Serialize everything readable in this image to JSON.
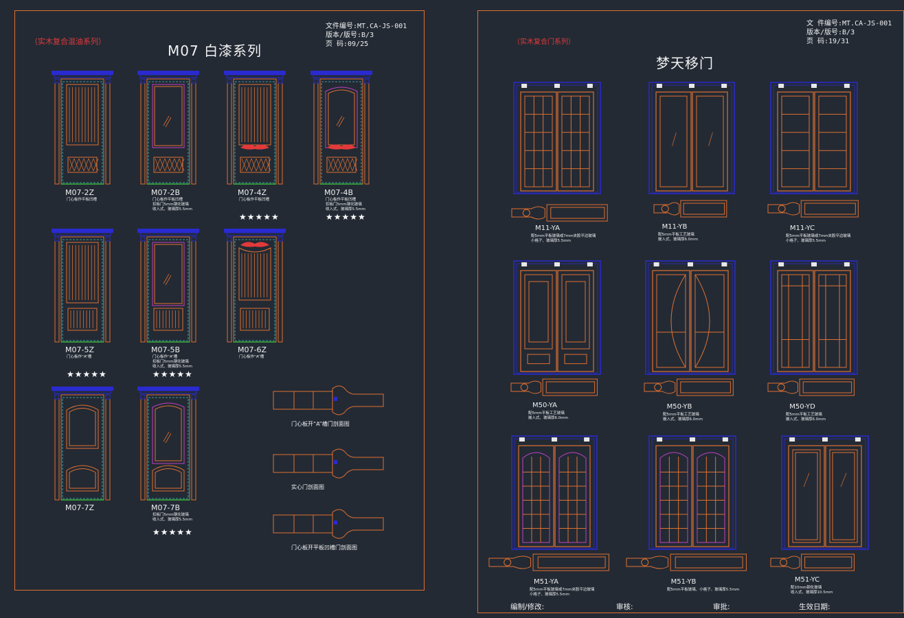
{
  "left_sheet": {
    "series_tag": "（实木复合混油系列）",
    "title": "M07   白漆系列",
    "meta": [
      "文件编号:MT.CA-JS-001",
      "版本/版号:B/3",
      "页      码:09/25"
    ],
    "doors": [
      {
        "code": "M07-2Z",
        "note": [
          "门心板作平板凹槽",
          "",
          ""
        ],
        "stars": ""
      },
      {
        "code": "M07-2B",
        "note": [
          "门心板作平板凹槽",
          "扣板门5mm钢化玻璃",
          "收入式、玻璃厚5.5mm"
        ],
        "stars": ""
      },
      {
        "code": "M07-4Z",
        "note": [
          "门心板作平板凹槽",
          "",
          ""
        ],
        "stars": "★★★★★"
      },
      {
        "code": "M07-4B",
        "note": [
          "门心板作平板凹槽",
          "扣板门5mm钢化玻璃",
          "收入式、玻璃厚5.5mm"
        ],
        "stars": "★★★★★"
      },
      {
        "code": "M07-5Z",
        "note": [
          "门心板作“A”槽",
          "",
          ""
        ],
        "stars": "★★★★★"
      },
      {
        "code": "M07-5B",
        "note": [
          "门心板作“A”槽",
          "扣板门5mm钢化玻璃",
          "收入式、玻璃厚5.5mm"
        ],
        "stars": "★★★★★"
      },
      {
        "code": "M07-6Z",
        "note": [
          "门心板作“A”槽",
          "",
          ""
        ],
        "stars": ""
      },
      {
        "code": "M07-7Z",
        "note": [
          "",
          "",
          ""
        ],
        "stars": ""
      },
      {
        "code": "M07-7B",
        "note": [
          "扣板门5mm钢化玻璃",
          "收入式、玻璃厚5.5mm",
          ""
        ],
        "stars": "★★★★★"
      }
    ],
    "profiles": [
      "门心板开“A”槽门剖面图",
      "实心门剖面图",
      "门心板开平板凹槽门剖面图"
    ]
  },
  "right_sheet": {
    "series_tag": "（实木复合门系列）",
    "title": "梦天移门",
    "meta": [
      "文 件编号:MT.CA-JS-001",
      "版本/版号:B/3",
      "页      码:19/31"
    ],
    "doors": [
      {
        "code": "M11-YA",
        "note": [
          "配5mm平板玻璃或7mm夹胶平边玻璃",
          "小格子、玻璃厚5.5mm"
        ]
      },
      {
        "code": "M11-YB",
        "note": [
          "配5mm平板工艺玻璃",
          "嵌入式、玻璃厚6.0mm"
        ]
      },
      {
        "code": "M11-YC",
        "note": [
          "配5mm平板玻璃或7mm夹胶平边玻璃",
          "小格子、玻璃厚5.5mm"
        ]
      },
      {
        "code": "M50-YA",
        "note": [
          "配5mm平板工艺玻璃",
          "嵌入式、玻璃厚6.0mm"
        ]
      },
      {
        "code": "M50-YB",
        "note": [
          "配5mm平板工艺玻璃",
          "嵌入式、玻璃厚6.0mm"
        ]
      },
      {
        "code": "M50-YD",
        "note": [
          "配5mm平板工艺玻璃",
          "嵌入式、玻璃厚6.0mm"
        ]
      },
      {
        "code": "M51-YA",
        "note": [
          "配5mm平板玻璃或7mm夹胶平边玻璃",
          "小格子、玻璃厚5.5mm"
        ]
      },
      {
        "code": "M51-YB",
        "note": [
          "配5mm平板玻璃、小格子、玻璃厚5.5mm",
          ""
        ]
      },
      {
        "code": "M51-YC",
        "note": [
          "配10mm钢化玻璃",
          "收入式、玻璃厚10.5mm"
        ]
      }
    ],
    "footer": {
      "edit": "编制/修改:",
      "review": "审核:",
      "approve": "审批:",
      "date": "生效日期:"
    }
  },
  "colors": {
    "line": "#e07030",
    "frame": "#2a2ad0",
    "accent": "#e23a3a",
    "glass": "#c040c0",
    "dash": "#40c0c0",
    "green": "#40d040"
  }
}
